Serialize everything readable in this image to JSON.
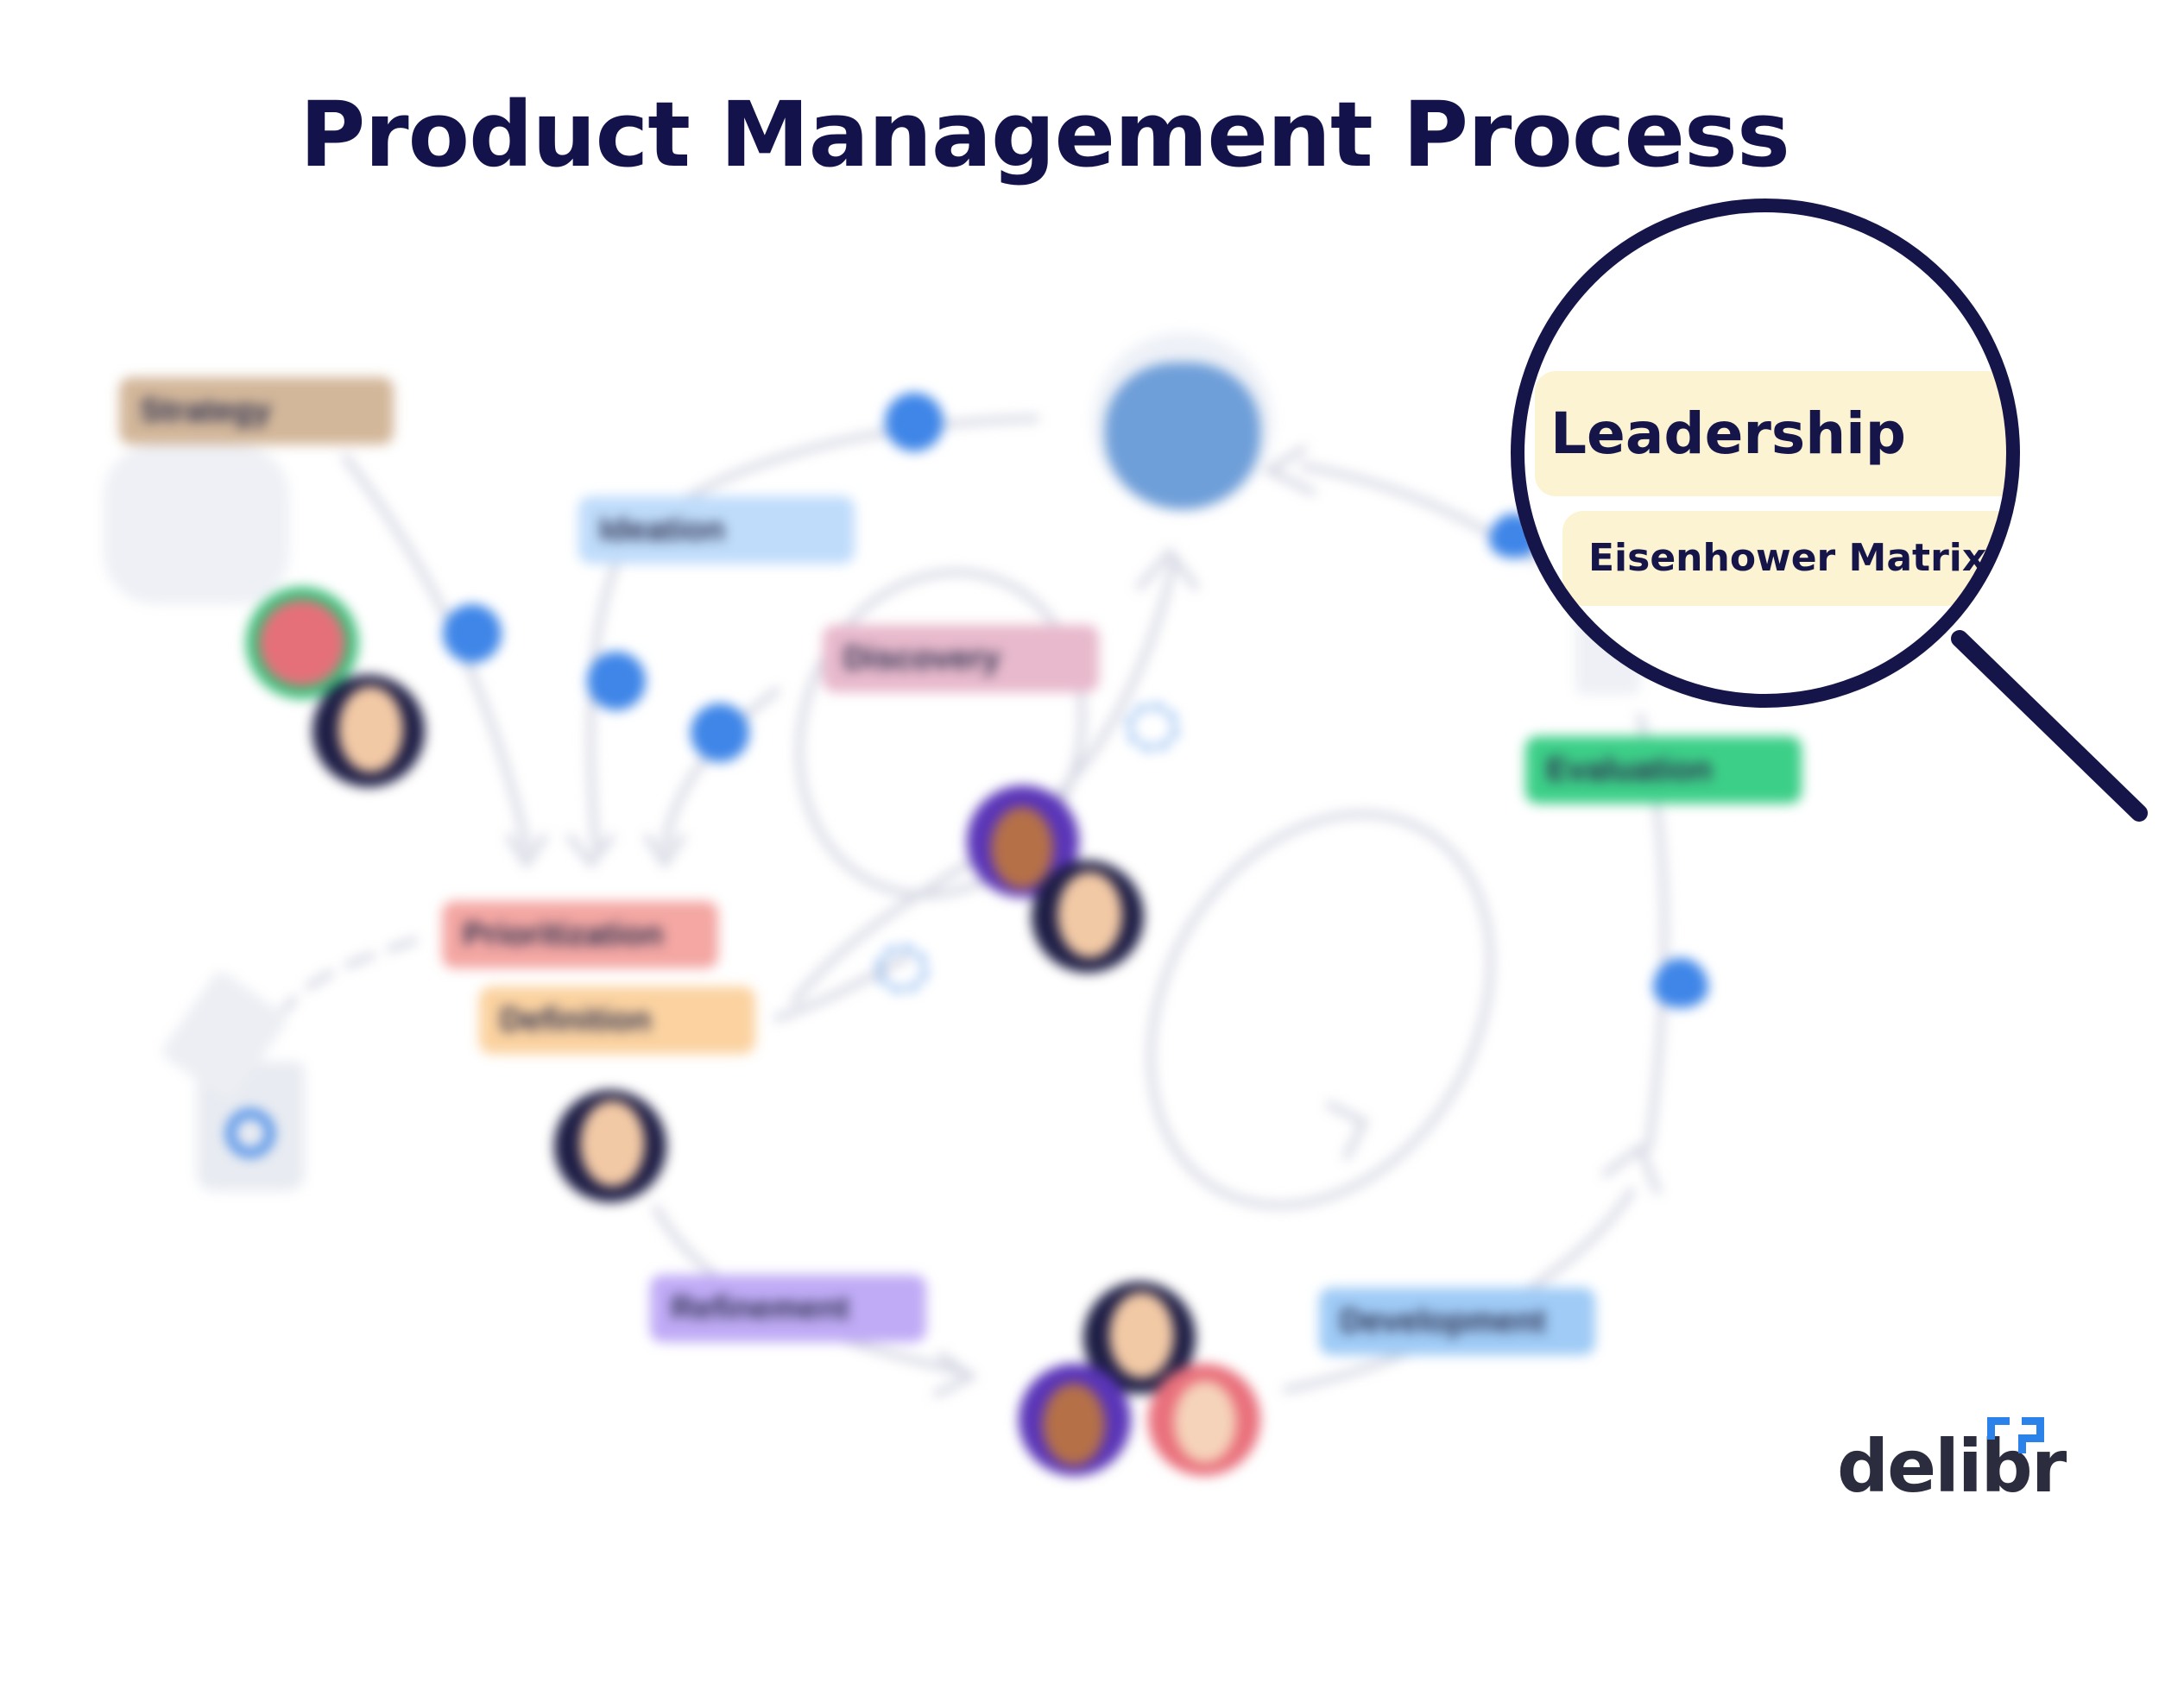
{
  "title": "Product Management Process",
  "magnifier": {
    "category": "Leadership",
    "item": "Eisenhower Matrix",
    "band_color": "#fbf3d2",
    "ring_color": "#16154a"
  },
  "stages": [
    {
      "key": "strategy",
      "label": "Strategy",
      "color": "#d3b79a"
    },
    {
      "key": "ideation",
      "label": "Ideation",
      "color": "#bfdcfb"
    },
    {
      "key": "discovery",
      "label": "Discovery",
      "color": "#e8b9cc"
    },
    {
      "key": "prioritization",
      "label": "Prioritization",
      "color": "#f4a7a3"
    },
    {
      "key": "definition",
      "label": "Definition",
      "color": "#fbd2a0"
    },
    {
      "key": "refinement",
      "label": "Refinement",
      "color": "#c0abf6"
    },
    {
      "key": "development",
      "label": "Development",
      "color": "#9fcbf6"
    },
    {
      "key": "evaluation",
      "label": "Evaluation",
      "color": "#3ccf88"
    }
  ],
  "logo": {
    "text": "delibr",
    "mark_color": "#2b83ea",
    "text_color": "#2b2d3e"
  },
  "colors": {
    "arrow": "#d4d6e2",
    "bulb": "#3f86e8",
    "heart": "#3f86e8",
    "avatar_dark": "#1d1d45"
  }
}
